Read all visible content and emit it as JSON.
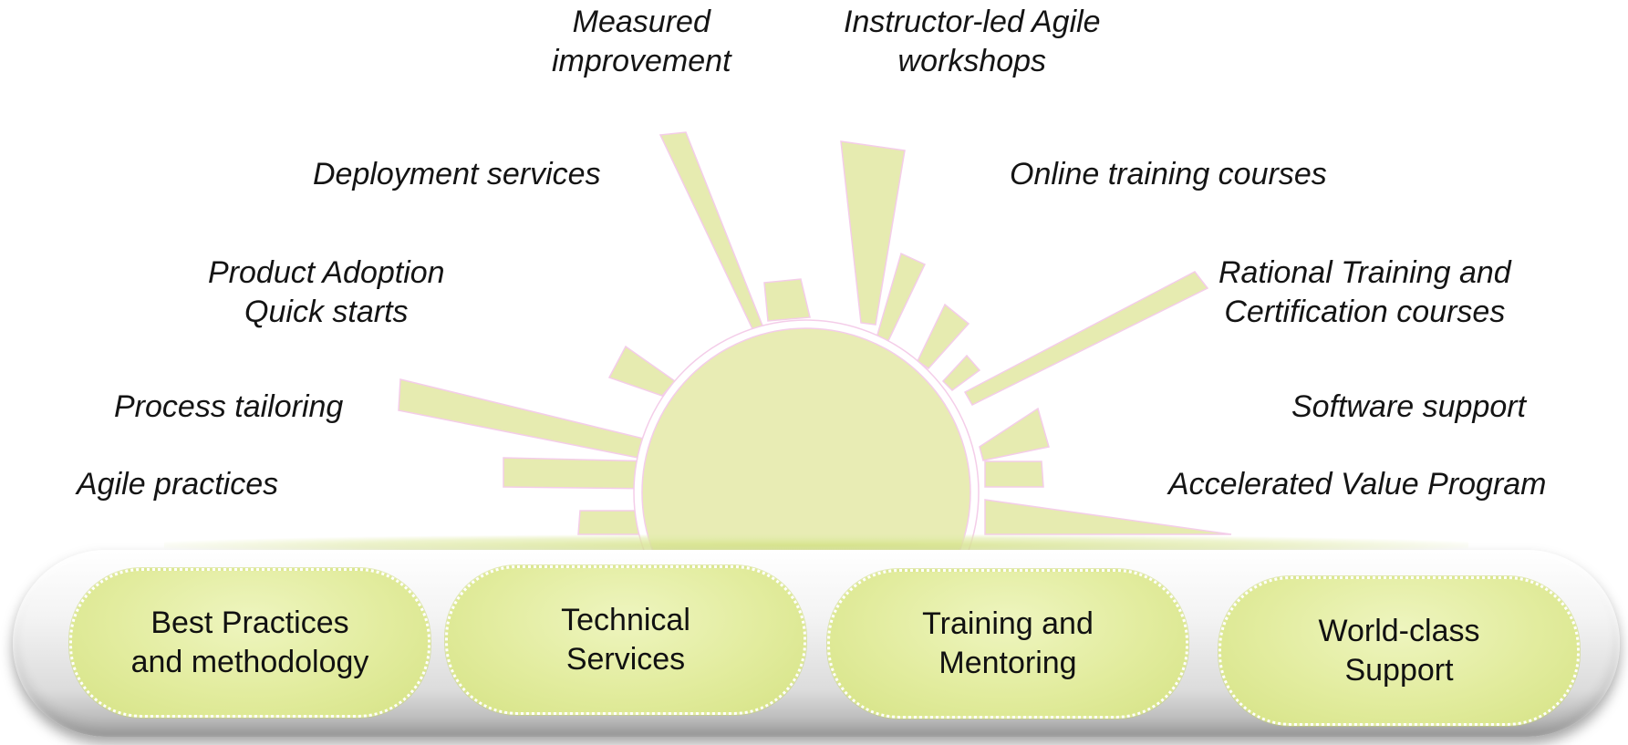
{
  "rays": {
    "left_labels": {
      "agile_practices": "Agile practices",
      "process_tailoring": "Process tailoring",
      "product_adoption": [
        "Product Adoption",
        "Quick starts"
      ],
      "deployment_services": "Deployment services",
      "measured_improvement": [
        "Measured",
        "improvement"
      ]
    },
    "right_labels": {
      "instructor_led": [
        "Instructor-led Agile",
        "workshops"
      ],
      "online_training": "Online training courses",
      "rational_training": [
        "Rational Training and",
        "Certification courses"
      ],
      "software_support": "Software support",
      "accelerated_value": "Accelerated Value Program"
    }
  },
  "pillars": [
    {
      "line1": "Best Practices",
      "line2": "and methodology"
    },
    {
      "line1": "Technical",
      "line2": "Services"
    },
    {
      "line1": "Training and",
      "line2": "Mentoring"
    },
    {
      "line1": "World-class",
      "line2": "Support"
    }
  ],
  "colors": {
    "sun_fill": "#e8ecb4",
    "ray_fill": "#e6ebb0",
    "ray_edge": "#f2c8e6",
    "pillar_fill": "#e2ec9e"
  }
}
